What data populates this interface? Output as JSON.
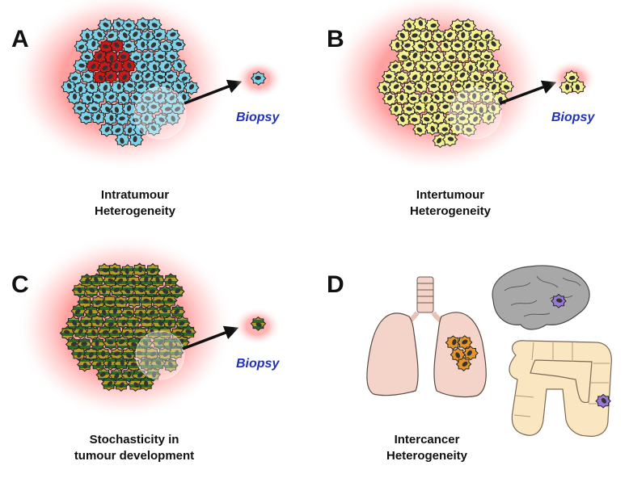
{
  "panels": [
    {
      "letter": "A",
      "biopsy_label": "Biopsy",
      "caption_line1": "Intratumour",
      "caption_line2": "Heterogeneity"
    },
    {
      "letter": "B",
      "biopsy_label": "Biopsy",
      "caption_line1": "Intertumour",
      "caption_line2": "Heterogeneity"
    },
    {
      "letter": "C",
      "biopsy_label": "Biopsy",
      "caption_line1": "Stochasticity in",
      "caption_line2": "tumour development"
    },
    {
      "letter": "D",
      "caption_line1": "Intercancer",
      "caption_line2": "Heterogeneity"
    }
  ],
  "colors": {
    "glow": "#ff9a9a",
    "cell_blue": "#7fd3e8",
    "cell_red": "#cc1a1a",
    "cell_yellow": "#f4f190",
    "cell_striped_a": "#b79a2a",
    "cell_striped_b": "#2e6b2a",
    "nucleus": "#333333",
    "lung": "#f4d4c8",
    "brain": "#a5a5a5",
    "colon": "#fbe6c2",
    "cancer_orange": "#e5952a",
    "cancer_purple": "#9a78d8",
    "biopsy_text": "#2233bb"
  }
}
